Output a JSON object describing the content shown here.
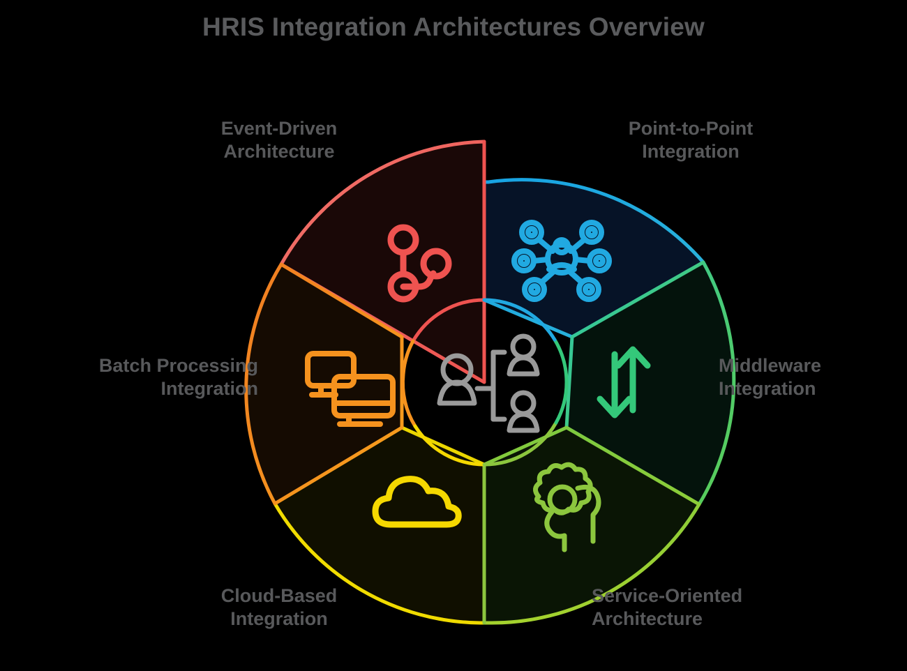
{
  "title": "HRIS Integration Architectures Overview",
  "center": {
    "icon": "org-chart-people-icon",
    "color": "#9a9a9a"
  },
  "colors": {
    "background": "#000000",
    "text": "#58595b",
    "event_driven": "#ef5350",
    "point_to_point": "#21a9e1",
    "middleware": "#34c87a",
    "service_oriented": "#8cc63e",
    "cloud_based": "#f5d800",
    "batch_processing": "#f5921e"
  },
  "segments": [
    {
      "id": "event-driven",
      "label": "Event-Driven\nArchitecture",
      "color": "#ef5350",
      "fill": "#180707",
      "icon": "git-branch-icon",
      "start_angle": -90,
      "end_angle": -30
    },
    {
      "id": "point-to-point",
      "label": "Point-to-Point\nIntegration",
      "color": "#21a9e1",
      "fill": "#061326",
      "icon": "network-hub-icon",
      "start_angle": -90,
      "end_angle": -30
    },
    {
      "id": "middleware",
      "label": "Middleware\nIntegration",
      "color": "#34c87a",
      "fill": "#04130c",
      "icon": "bidirectional-arrows-icon",
      "start_angle": -30,
      "end_angle": 30
    },
    {
      "id": "service-oriented",
      "label": "Service-Oriented\nArchitecture",
      "color": "#8cc63e",
      "fill": "#0a1505",
      "icon": "service-gears-icon",
      "start_angle": 30,
      "end_angle": 90
    },
    {
      "id": "cloud-based",
      "label": "Cloud-Based\nIntegration",
      "color": "#f5d800",
      "fill": "#0f0e00",
      "icon": "cloud-icon",
      "start_angle": 90,
      "end_angle": 150
    },
    {
      "id": "batch-processing",
      "label": "Batch Processing\nIntegration",
      "color": "#f5921e",
      "fill": "#140b02",
      "icon": "stacked-screens-icon",
      "start_angle": 150,
      "end_angle": 210
    }
  ]
}
